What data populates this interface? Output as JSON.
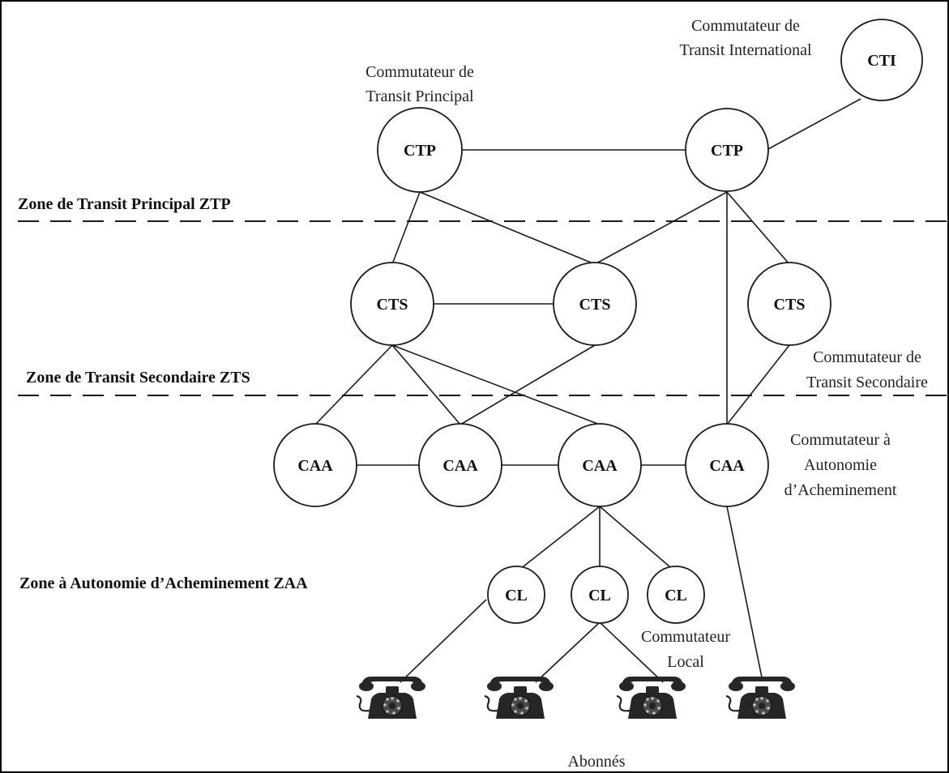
{
  "nodes": {
    "cti": "CTI",
    "ctp_left": "CTP",
    "ctp_right": "CTP",
    "cts_left": "CTS",
    "cts_middle": "CTS",
    "cts_right": "CTS",
    "caa_1": "CAA",
    "caa_2": "CAA",
    "caa_3": "CAA",
    "caa_4": "CAA",
    "cl_1": "CL",
    "cl_2": "CL",
    "cl_3": "CL"
  },
  "captions": {
    "cti_line1": "Commutateur de",
    "cti_line2": "Transit International",
    "ctp_line1": "Commutateur de",
    "ctp_line2": "Transit Principal",
    "cts_line1": "Commutateur de",
    "cts_line2": "Transit Secondaire",
    "caa_line1": "Commutateur à",
    "caa_line2": "Autonomie",
    "caa_line3": "d’Acheminement",
    "cl_line1": "Commutateur",
    "cl_line2": "Local",
    "subscribers": "Abonnés"
  },
  "zones": {
    "ztp": "Zone de Transit Principal ZTP",
    "zts": "Zone de Transit Secondaire ZTS",
    "zaa": "Zone à Autonomie d’Acheminement ZAA"
  },
  "icons": {
    "subscriber_phone": "telephone-icon"
  }
}
